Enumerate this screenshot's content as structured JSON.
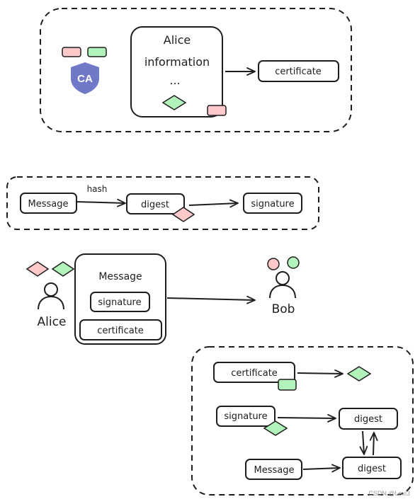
{
  "colors": {
    "stroke": "#1e1e1e",
    "pink": "#ffc9c9",
    "green": "#b2f2bb",
    "shield": "#6f79c8"
  },
  "panel1": {
    "ca_label": "CA",
    "alice_info_line1": "Alice",
    "alice_info_line2": "information",
    "alice_info_line3": "...",
    "certificate": "certificate"
  },
  "panel2": {
    "message": "Message",
    "hash_label": "hash",
    "digest": "digest",
    "signature": "signature"
  },
  "panel3": {
    "envelope_title": "Message",
    "signature": "signature",
    "certificate": "certificate",
    "alice": "Alice",
    "bob": "Bob"
  },
  "panel4": {
    "certificate": "certificate",
    "signature": "signature",
    "digest_top": "digest",
    "message": "Message",
    "digest_bottom": "digest"
  },
  "watermark": "CSDN @Lexl3"
}
